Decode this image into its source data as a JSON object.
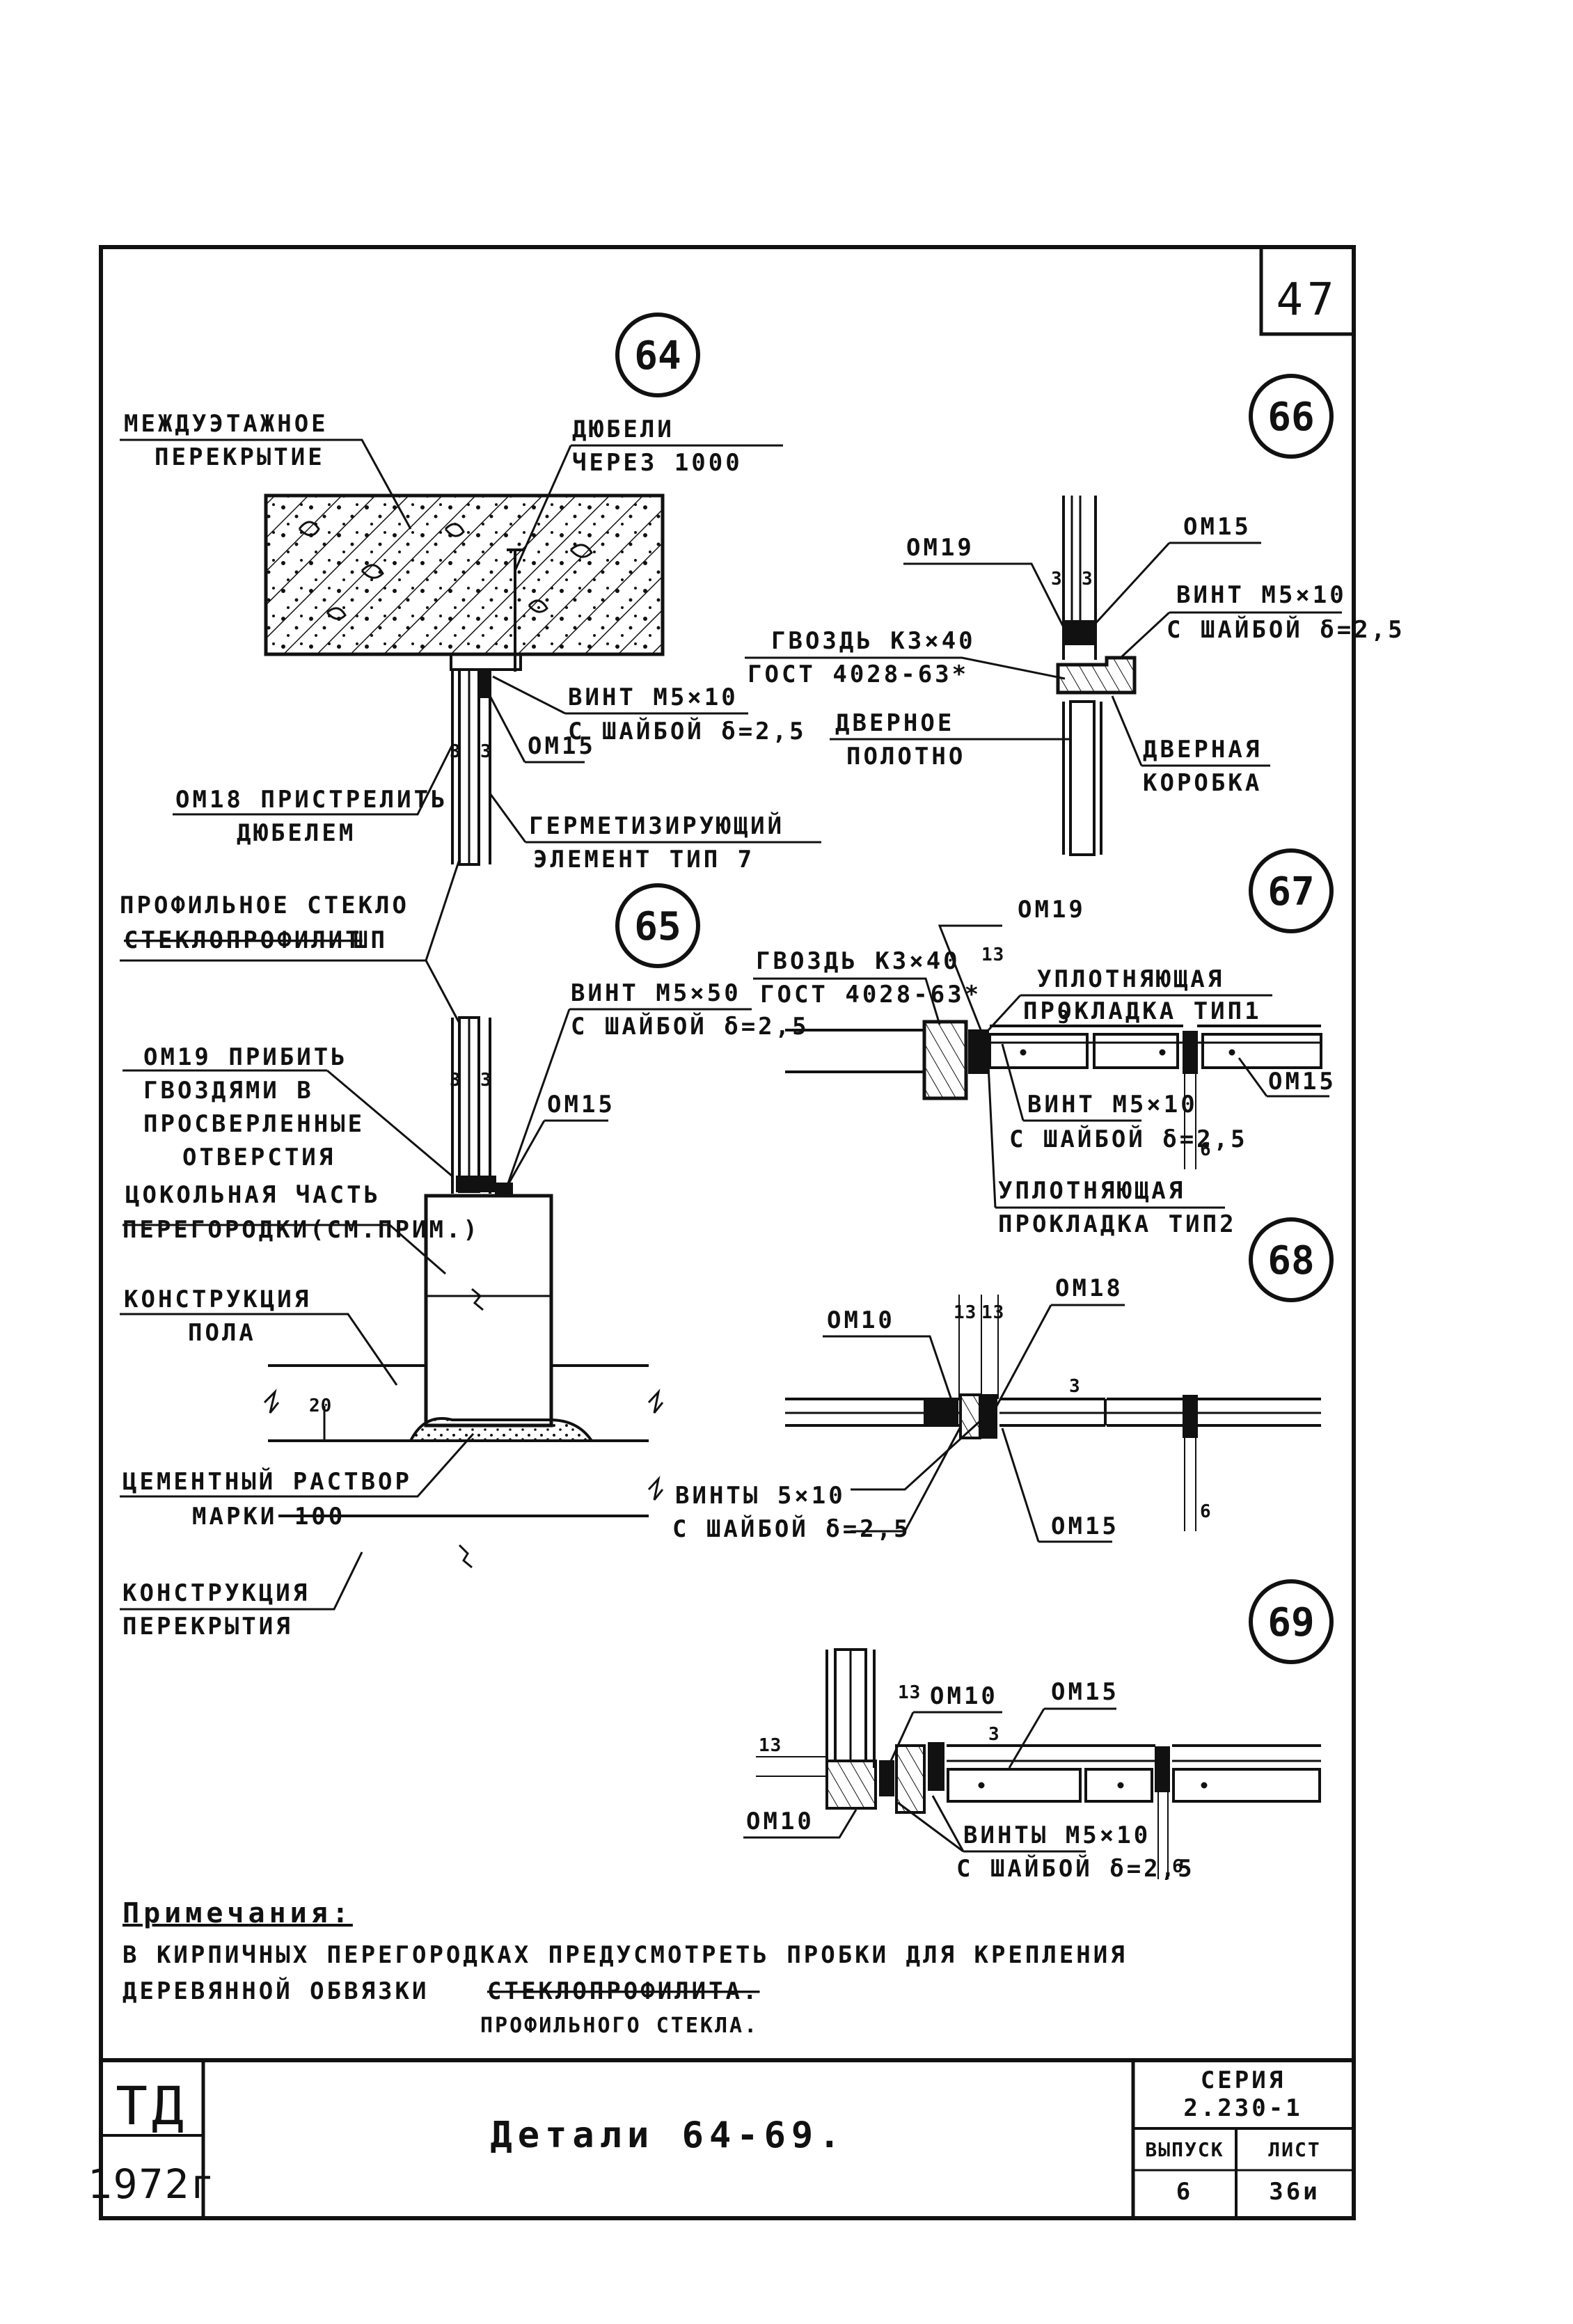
{
  "sheet": {
    "page_number": "47",
    "title": "Детали 64-69.",
    "stamp_line1": "ТД",
    "stamp_line2": "1972г",
    "series_label": "СЕРИЯ",
    "series_value": "2.230-1",
    "issue_label": "ВЫПУСК",
    "issue_value": "6",
    "sheet_label": "ЛИСТ",
    "sheet_value": "36и"
  },
  "details": [
    "64",
    "65",
    "66",
    "67",
    "68",
    "69"
  ],
  "detail64": {
    "slab_1": "МЕЖДУЭТАЖНОЕ",
    "slab_2": "ПЕРЕКРЫТИЕ",
    "dowel_1": "ДЮБЕЛИ",
    "dowel_2": "ЧЕРЕЗ 1000",
    "screw_1": "ВИНТ М5×10",
    "screw_2": "С ШАЙБОЙ δ=2,5",
    "om15": "ОМ15",
    "om18_1": "ОМ18 ПРИСТРЕЛИТЬ",
    "om18_2": "ДЮБЕЛЕМ",
    "seal_1": "ГЕРМЕТИЗИРУЮЩИЙ",
    "seal_2": "ЭЛЕМЕНТ ТИП 7",
    "dim_a": "3",
    "dim_b": "3"
  },
  "glass": {
    "line1": "ПРОФИЛЬНОЕ СТЕКЛО",
    "struck": "СТЕКЛОПРОФИЛИТ",
    "line2_suffix": "ШП"
  },
  "detail65": {
    "screw_1": "ВИНТ М5×50",
    "screw_2": "С ШАЙБОЙ δ=2,5",
    "om19_1": "ОМ19 ПРИБИТЬ",
    "om19_2": "ГВОЗДЯМИ В",
    "om19_3": "ПРОСВЕРЛЕННЫЕ",
    "om19_4": "ОТВЕРСТИЯ",
    "om15": "ОМ15",
    "plinth_1": "ЦОКОЛЬНАЯ ЧАСТЬ",
    "plinth_2": "ПЕРЕГОРОДКИ(СМ.ПРИМ.)",
    "floor_1": "КОНСТРУКЦИЯ",
    "floor_2": "ПОЛА",
    "mortar_1": "ЦЕМЕНТНЫЙ РАСТВОР",
    "mortar_2": "МАРКИ 100",
    "slab_1": "КОНСТРУКЦИЯ",
    "slab_2": "ПЕРЕКРЫТИЯ",
    "dim_a": "3",
    "dim_b": "3",
    "dim_20": "20"
  },
  "detail66": {
    "om19": "ОМ19",
    "om15": "ОМ15",
    "screw_1": "ВИНТ М5×10",
    "screw_2": "С ШАЙБОЙ δ=2,5",
    "nail_1": "ГВОЗДЬ К3×40",
    "nail_2": "ГОСТ 4028-63*",
    "door_1": "ДВЕРНОЕ",
    "door_2": "ПОЛОТНО",
    "frame_1": "ДВЕРНАЯ",
    "frame_2": "КОРОБКА",
    "dim_a": "3",
    "dim_b": "3"
  },
  "detail67": {
    "om19": "ОМ19",
    "nail_1": "ГВОЗДЬ К3×40",
    "nail_2": "ГОСТ 4028-63*",
    "gasket1_1": "УПЛОТНЯЮЩАЯ",
    "gasket1_2": "ПРОКЛАДКА ТИП1",
    "om15": "ОМ15",
    "screw_1": "ВИНТ М5×10",
    "screw_2": "С ШАЙБОЙ δ=2,5",
    "gasket2_1": "УПЛОТНЯЮЩАЯ",
    "gasket2_2": "ПРОКЛАДКА ТИП2",
    "dim_13": "13",
    "dim_6": "6",
    "dim_3": "3"
  },
  "detail68": {
    "om10": "ОМ10",
    "om18": "ОМ18",
    "om15": "ОМ15",
    "screws_1": "ВИНТЫ 5×10",
    "screws_2": "С ШАЙБОЙ δ=2,5",
    "dim_13a": "13",
    "dim_13b": "13",
    "dim_6": "6",
    "dim_3": "3"
  },
  "detail69": {
    "om10_top": "ОМ10",
    "om15": "ОМ15",
    "om10_bottom": "ОМ10",
    "screws_1": "ВИНТЫ М5×10",
    "screws_2": "С ШАЙБОЙ δ=2,5",
    "dim_13a": "13",
    "dim_13b": "13",
    "dim_6": "6",
    "dim_3": "3"
  },
  "notes": {
    "heading": "Примечания:",
    "line1": "В КИРПИЧНЫХ ПЕРЕГОРОДКАХ ПРЕДУСМОТРЕТЬ ПРОБКИ ДЛЯ КРЕПЛЕНИЯ",
    "line2": "ДЕРЕВЯННОЙ ОБВЯЗКИ",
    "line2_struck": "СТЕКЛОПРОФИЛИТА.",
    "line3": "ПРОФИЛЬНОГО СТЕКЛА."
  },
  "colors": {
    "ink": "#111111",
    "paper": "#ffffff"
  }
}
